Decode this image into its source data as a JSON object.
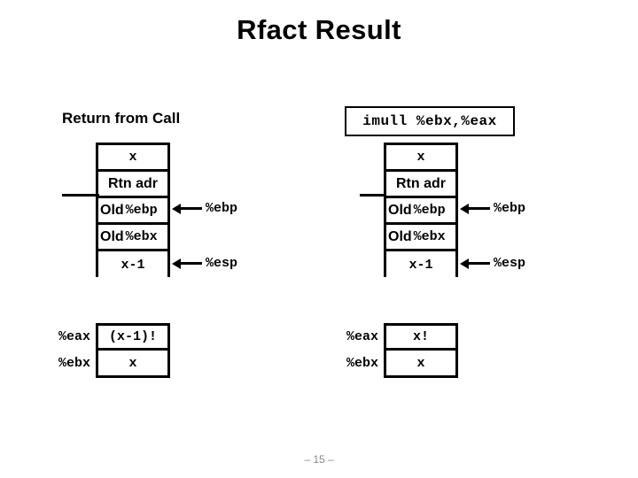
{
  "slide": {
    "title": "Rfact Result",
    "footer": "– 15 –"
  },
  "left_panel": {
    "heading": "Return from Call",
    "stack": {
      "rows": [
        {
          "kind": "mono",
          "text": "x"
        },
        {
          "kind": "sans",
          "text": "Rtn adr"
        },
        {
          "kind": "old",
          "prefix": "Old",
          "reg": "%ebp"
        },
        {
          "kind": "old",
          "prefix": "Old",
          "reg": "%ebx"
        },
        {
          "kind": "mono",
          "text": "x-1"
        }
      ]
    },
    "pointers": [
      {
        "label": "%ebp"
      },
      {
        "label": "%esp"
      }
    ],
    "registers": {
      "rows": [
        {
          "name": "%eax",
          "value": "(x-1)!"
        },
        {
          "name": "%ebx",
          "value": "x"
        }
      ]
    }
  },
  "right_panel": {
    "instruction": "imull %ebx,%eax",
    "stack": {
      "rows": [
        {
          "kind": "mono",
          "text": "x"
        },
        {
          "kind": "sans",
          "text": "Rtn adr"
        },
        {
          "kind": "old",
          "prefix": "Old",
          "reg": "%ebp"
        },
        {
          "kind": "old",
          "prefix": "Old",
          "reg": "%ebx"
        },
        {
          "kind": "mono",
          "text": "x-1"
        }
      ]
    },
    "pointers": [
      {
        "label": "%ebp"
      },
      {
        "label": "%esp"
      }
    ],
    "registers": {
      "rows": [
        {
          "name": "%eax",
          "value": "x!"
        },
        {
          "name": "%ebx",
          "value": "x"
        }
      ]
    }
  },
  "colors": {
    "ink": "#000000",
    "page": "#ffffff",
    "footer": "#888888"
  }
}
